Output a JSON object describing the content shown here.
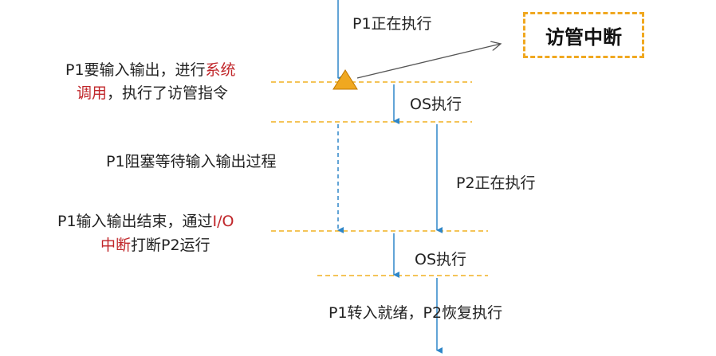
{
  "callout": {
    "text": "访管中断"
  },
  "labels": {
    "p1_running": "P1正在执行",
    "syscall_prefix": "P1要输入输出，进行",
    "syscall_highlight": "系统",
    "syscall_line2_highlight": "调用",
    "syscall_line2_rest": "，执行了访管指令",
    "os_exec_1": "OS执行",
    "p1_blocked": "P1阻塞等待输入输出过程",
    "p2_running": "P2正在执行",
    "io_end_prefix": "P1输入输出结束，通过",
    "io_end_highlight": "I/O",
    "io_line2_highlight": "中断",
    "io_line2_rest": "打断P2运行",
    "os_exec_2": "OS执行",
    "final": "P1转入就绪，P2恢复执行"
  },
  "colors": {
    "flow_line": "#2e86c8",
    "dashed_divider": "#f0b020",
    "triangle": "#f0a820",
    "highlight_text": "#c0262a",
    "callout_border": "#f0a820"
  }
}
